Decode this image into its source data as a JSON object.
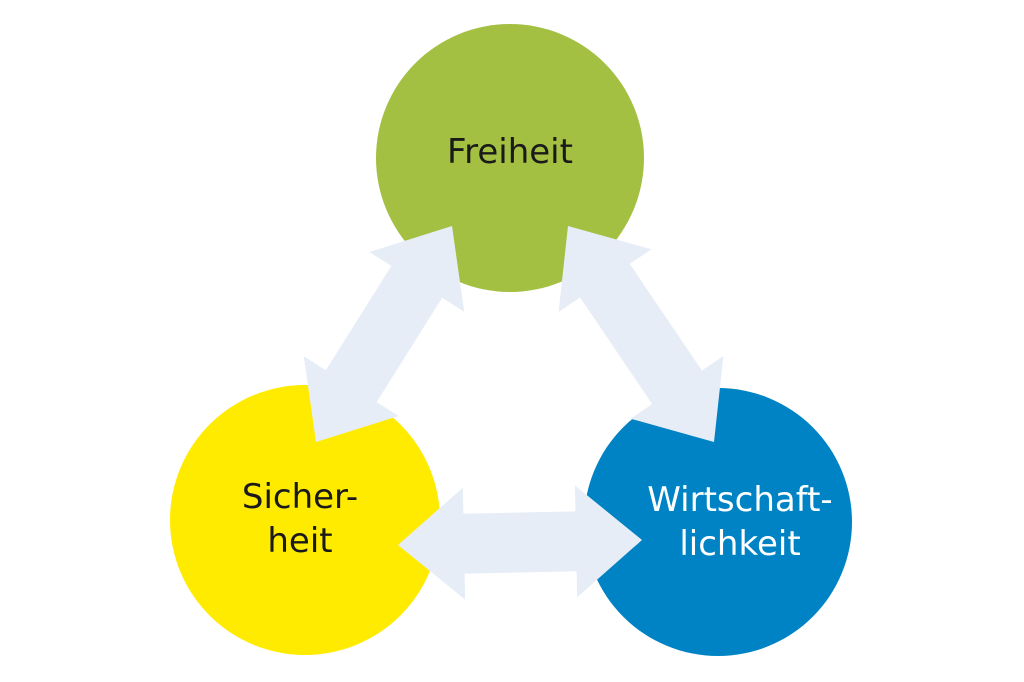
{
  "nodes": {
    "top": {
      "label": "Freiheit",
      "color": "#a3c043",
      "text_color": "#1a1a1a"
    },
    "left": {
      "label_line1": "Sicher-",
      "label_line2": "heit",
      "color": "#ffeb00",
      "text_color": "#1a1a1a"
    },
    "right": {
      "label_line1": "Wirtschaft-",
      "label_line2": "lichkeit",
      "color": "#0083c4",
      "text_color": "#ffffff"
    }
  },
  "arrow_color": "#e6edf7",
  "edges": [
    {
      "from": "Freiheit",
      "to": "Sicherheit",
      "type": "bidirectional"
    },
    {
      "from": "Freiheit",
      "to": "Wirtschaftlichkeit",
      "type": "bidirectional"
    },
    {
      "from": "Sicherheit",
      "to": "Wirtschaftlichkeit",
      "type": "bidirectional"
    }
  ]
}
